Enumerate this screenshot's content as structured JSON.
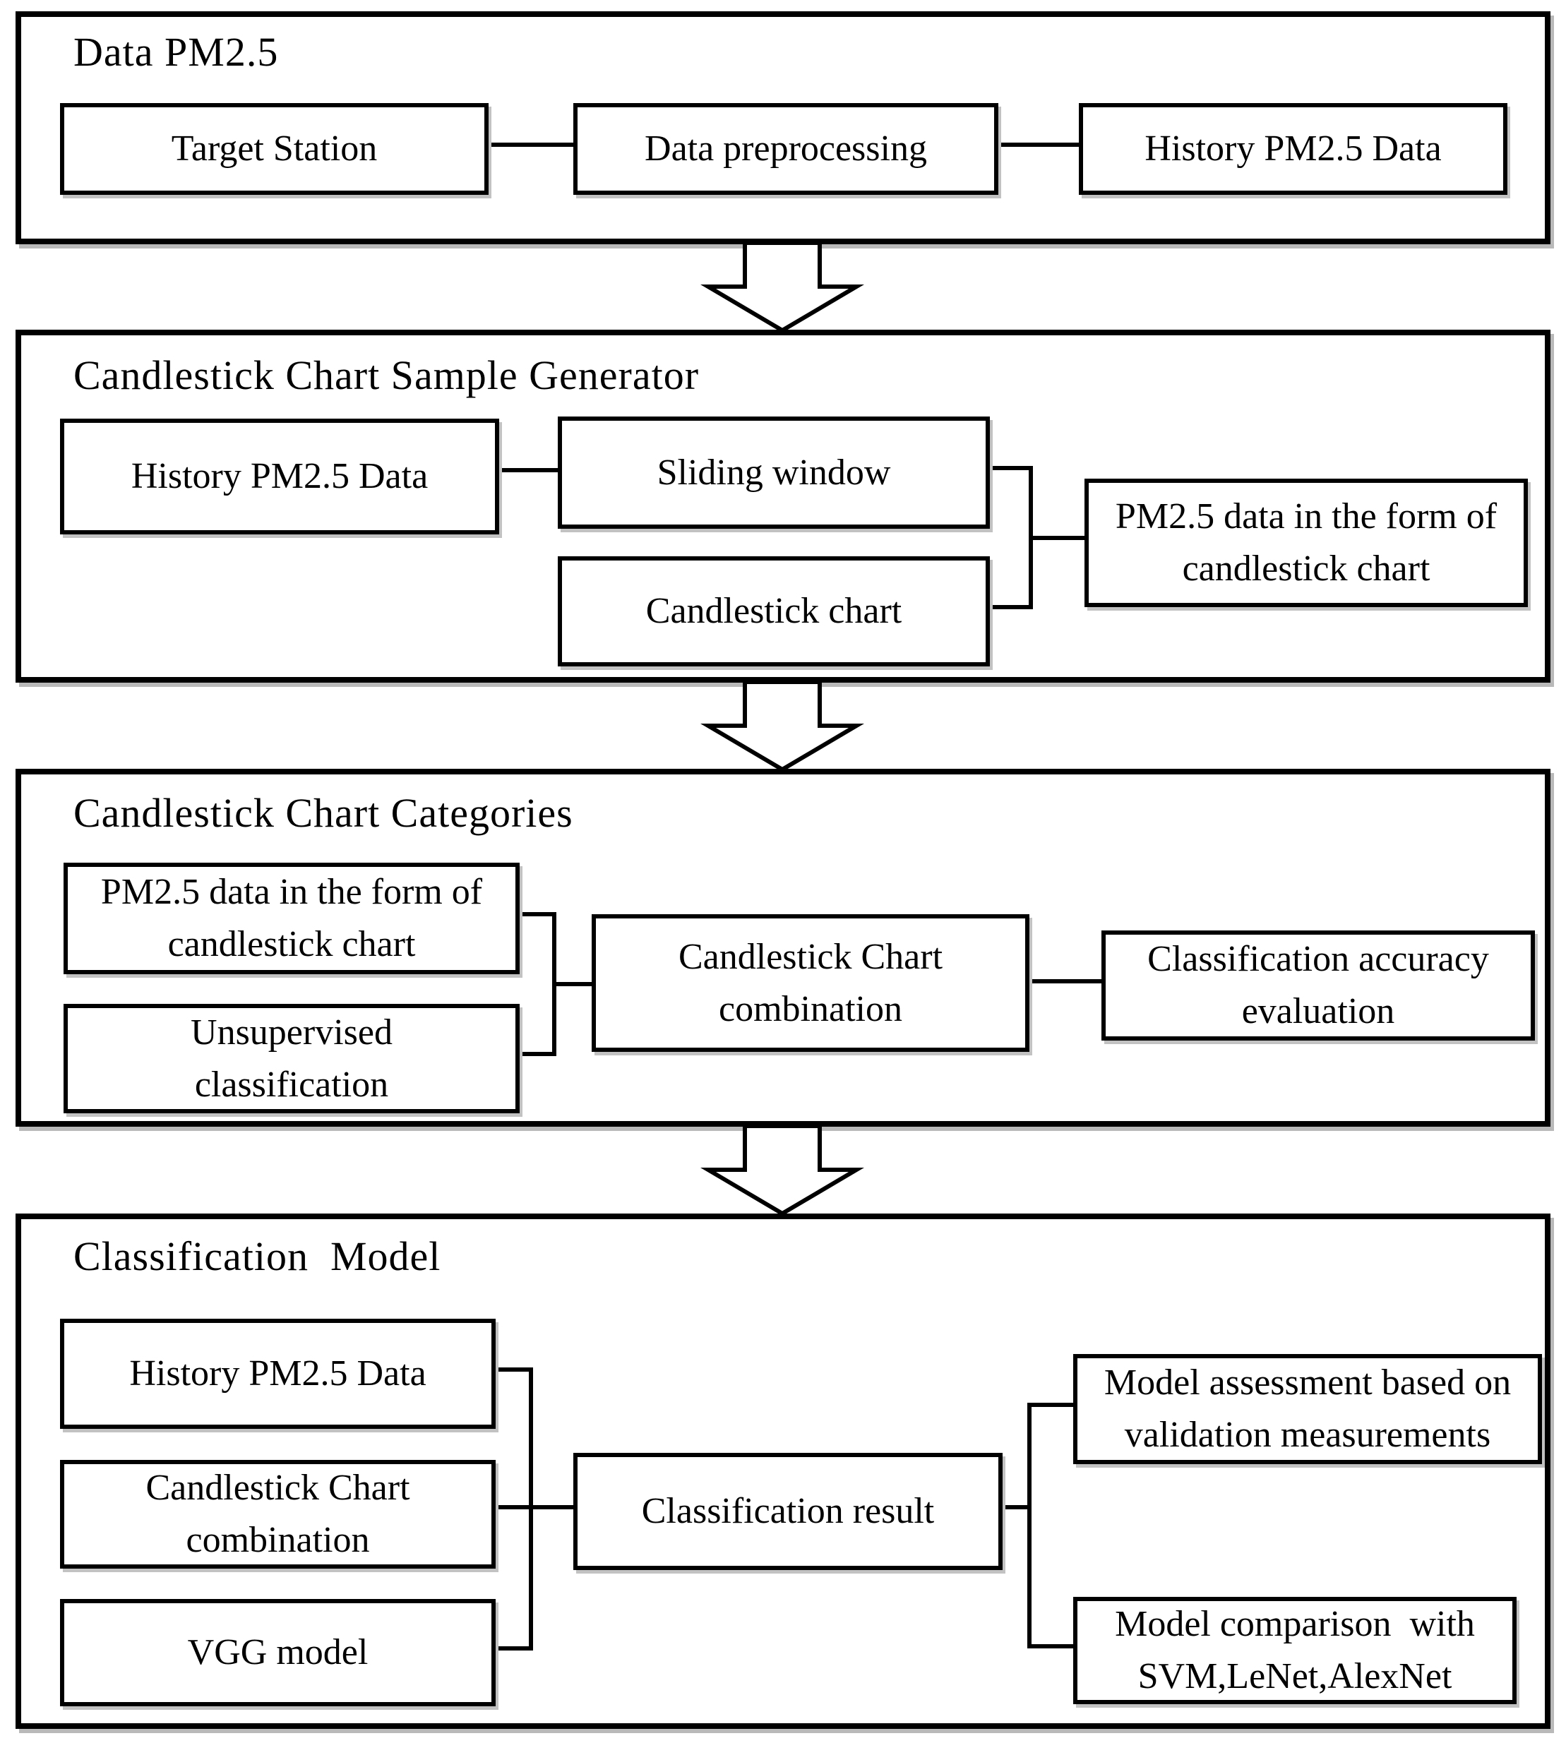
{
  "figure": {
    "type": "flowchart",
    "colors": {
      "line": "#000000",
      "background": "#ffffff"
    }
  },
  "sections": [
    {
      "title": "Data PM2.5",
      "boxes": [
        {
          "label": "Target Station"
        },
        {
          "label": "Data preprocessing"
        },
        {
          "label": "History PM2.5 Data"
        }
      ]
    },
    {
      "title": "Candlestick Chart Sample Generator",
      "boxes": [
        {
          "label": "History PM2.5 Data"
        },
        {
          "label": "Sliding window"
        },
        {
          "label": "Candlestick chart"
        },
        {
          "label": "PM2.5 data in the form of\ncandlestick chart"
        }
      ]
    },
    {
      "title": "Candlestick Chart Categories",
      "boxes": [
        {
          "label": "PM2.5 data in the form of\ncandlestick chart"
        },
        {
          "label": "Unsupervised\nclassification"
        },
        {
          "label": "Candlestick Chart\ncombination"
        },
        {
          "label": "Classification accuracy\nevaluation"
        }
      ]
    },
    {
      "title": "Classification  Model",
      "boxes": [
        {
          "label": "History PM2.5 Data"
        },
        {
          "label": "Candlestick Chart\ncombination"
        },
        {
          "label": "VGG model"
        },
        {
          "label": "Classification result"
        },
        {
          "label": "Model assessment based on\nvalidation measurements"
        },
        {
          "label": "Model comparison  with\nSVM,LeNet,AlexNet"
        }
      ]
    }
  ]
}
